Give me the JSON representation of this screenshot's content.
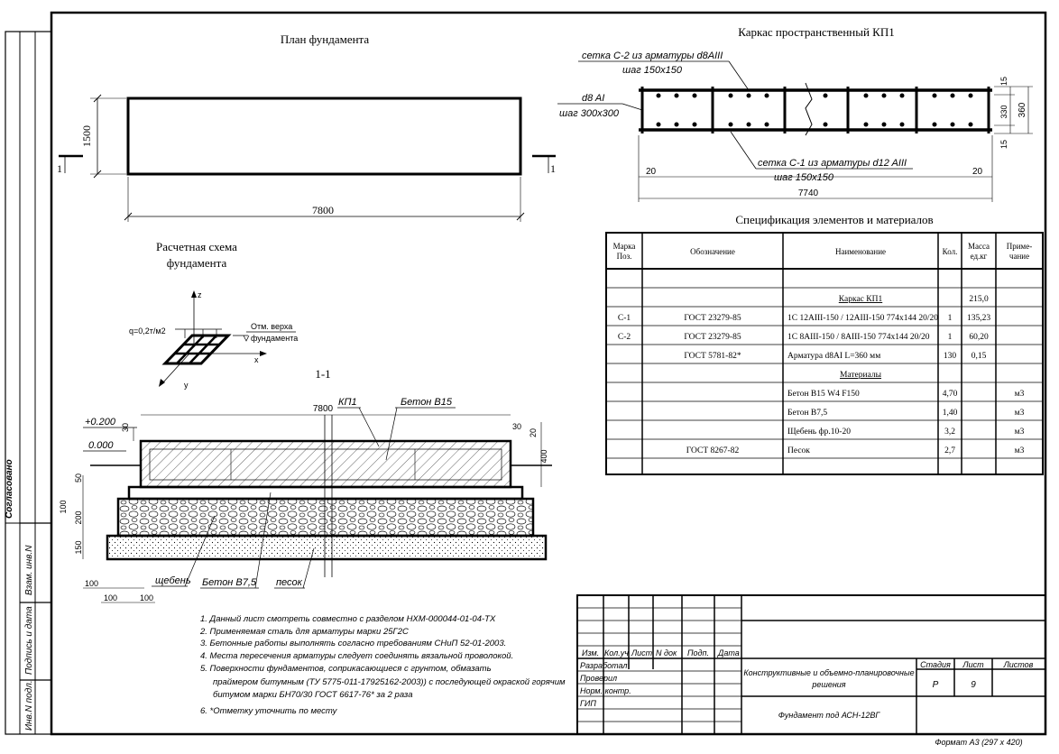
{
  "titles": {
    "plan": "План фундамента",
    "cage": "Каркас пространственный КП1",
    "scheme_line1": "Расчетная схема",
    "scheme_line2": "фундамента",
    "section": "1-1",
    "spec": "Спецификация элементов и материалов"
  },
  "plan": {
    "width_dim": "7800",
    "height_dim": "1500",
    "cut_left": "1",
    "cut_right": "1"
  },
  "cage": {
    "label_top_1": "сетка С-2 из арматуры d8AIII",
    "label_top_2": "шаг 150х150",
    "label_left_1": "d8 AI",
    "label_left_2": "шаг 300х300",
    "label_bottom_1": "сетка С-1 из арматуры d12 AIII",
    "label_bottom_2": "шаг 150х150",
    "dim_left": "20",
    "dim_right": "20",
    "dim_total": "7740",
    "dim_r1": "15",
    "dim_r2": "330",
    "dim_r3": "15",
    "dim_r_total": "360"
  },
  "scheme": {
    "load": "q=0,2т/м2",
    "mark_1": "Отм. верха",
    "mark_2": "фундамента",
    "axis_x": "x",
    "axis_y": "y",
    "axis_z": "z"
  },
  "section": {
    "kp1": "КП1",
    "concrete": "Бетон В15",
    "elev_top": "+0.200",
    "elev_zero": "0.000",
    "width_dim": "7800",
    "d30_top": "30",
    "d30_right": "30",
    "d20": "20",
    "d400": "400",
    "d50": "50",
    "d100": "100",
    "d200": "200",
    "d150": "150",
    "b100_1": "100",
    "b100_2": "100",
    "b100_3": "100",
    "gravel": "щебень",
    "concrete_b75": "Бетон В7,5",
    "sand": "песок"
  },
  "spec_table": {
    "headers": [
      "Марка\nПоз.",
      "Обозначение",
      "Наименование",
      "Кол.",
      "Масса\nед.кг",
      "Приме-\nчание"
    ],
    "rows": [
      {
        "pos": "",
        "doc": "",
        "name": "",
        "qty": "",
        "mass": "",
        "note": ""
      },
      {
        "pos": "",
        "doc": "",
        "name": "Каркас КП1",
        "qty": "",
        "mass": "215,0",
        "note": ""
      },
      {
        "pos": "С-1",
        "doc": "ГОСТ 23279-85",
        "name": "1С 12АIII-150 / 12АIII-150 774х144 20/20",
        "qty": "1",
        "mass": "135,23",
        "note": ""
      },
      {
        "pos": "С-2",
        "doc": "ГОСТ 23279-85",
        "name": "1С 8АIII-150 / 8АIII-150 774х144 20/20",
        "qty": "1",
        "mass": "60,20",
        "note": ""
      },
      {
        "pos": "",
        "doc": "ГОСТ 5781-82*",
        "name": "Арматура d8AI          L=360 мм",
        "qty": "130",
        "mass": "0,15",
        "note": ""
      },
      {
        "pos": "",
        "doc": "",
        "name": "Материалы",
        "qty": "",
        "mass": "",
        "note": ""
      },
      {
        "pos": "",
        "doc": "",
        "name": "Бетон В15 W4 F150",
        "qty": "4,70",
        "mass": "",
        "note": "м3"
      },
      {
        "pos": "",
        "doc": "",
        "name": "Бетон В7,5",
        "qty": "1,40",
        "mass": "",
        "note": "м3"
      },
      {
        "pos": "",
        "doc": "",
        "name": "Щебень фр.10-20",
        "qty": "3,2",
        "mass": "",
        "note": "м3"
      },
      {
        "pos": "",
        "doc": "ГОСТ 8267-82",
        "name": "Песок",
        "qty": "2,7",
        "mass": "",
        "note": "м3"
      },
      {
        "pos": "",
        "doc": "",
        "name": "",
        "qty": "",
        "mass": "",
        "note": ""
      }
    ]
  },
  "notes": [
    "1. Данный лист смотреть совместно с разделом НХМ-000044-01-04-ТХ",
    "2. Применяемая сталь для арматуры марки 25Г2С",
    "3. Бетонные работы выполнять согласно требованиям СНиП 52-01-2003.",
    "4. Места пересечения арматуры следует соединять вязальной проволокой.",
    "5. Поверхности фундаментов, соприкасающиеся с грунтом, обмазать",
    "праймером битумным (ТУ 5775-011-17925162-2003)) с последующей окраской горячим",
    "битумом марки БН70/30 ГОСТ 6617-76* за 2 раза",
    "6. *Отметку уточнить по месту"
  ],
  "stamp": {
    "col_izm": "Изм.",
    "col_kol": "Кол.уч",
    "col_list": "Лист",
    "col_doc": "N док",
    "col_sign": "Подп.",
    "col_date": "Дата",
    "row_razrab": "Разработал",
    "row_prov": "Проверил",
    "row_norm": "Норм. контр.",
    "row_gip": "ГИП",
    "title": "Конструктивные и объемно-планировочные решения",
    "stage_label": "Стадия",
    "sheet_label": "Лист",
    "sheets_label": "Листов",
    "stage": "Р",
    "sheet": "9",
    "sheets": "",
    "drawing": "Фундамент под АСН-12ВГ"
  },
  "side": {
    "agreed": "Согласовано",
    "inv_replace": "Взам. инв.N",
    "sign_date": "Подпись и дата",
    "inv_orig": "Инв.N подл."
  },
  "format": "Формат А3 (297 x 420)"
}
